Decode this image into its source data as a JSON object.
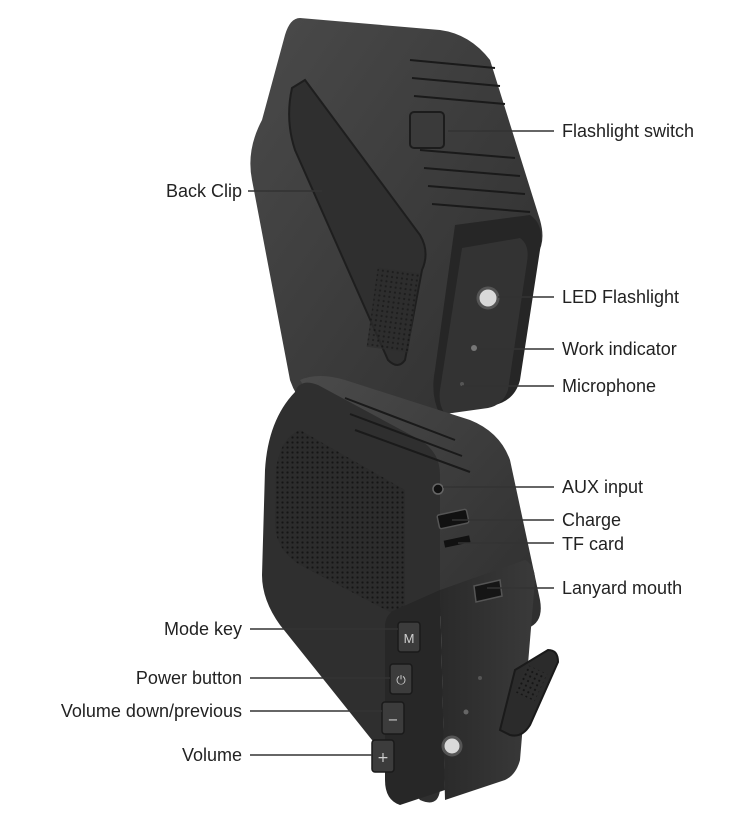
{
  "labels": {
    "flashlight_switch": "Flashlight switch",
    "back_clip": "Back Clip",
    "led_flashlight": "LED Flashlight",
    "work_indicator": "Work indicator",
    "microphone": "Microphone",
    "aux_input": "AUX input",
    "charge": "Charge",
    "tf_card": "TF card",
    "lanyard_mouth": "Lanyard mouth",
    "mode_key": "Mode key",
    "power_button": "Power button",
    "volume_down_previous": "Volume down/previous",
    "volume": "Volume"
  },
  "button_glyphs": {
    "mode": "M",
    "power": "⏻",
    "minus": "−",
    "plus": "+"
  },
  "colors": {
    "body_dark": "#2b2b2b",
    "body_mid": "#3a3a3a",
    "body_light": "#4a4a4a",
    "leader_line": "#333333",
    "label_text": "#222222"
  }
}
